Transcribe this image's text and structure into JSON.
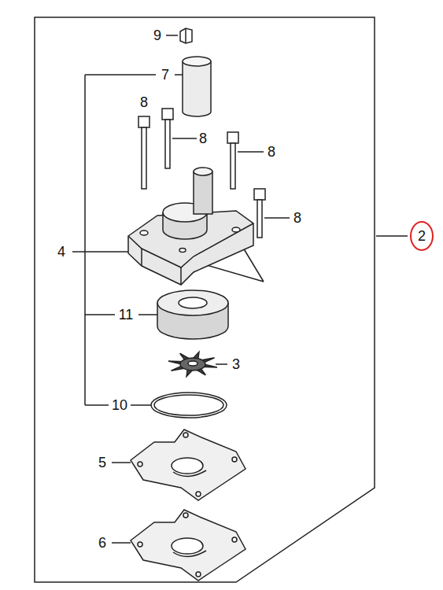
{
  "diagram": {
    "labels": [
      "9",
      "7",
      "8",
      "8",
      "8",
      "8",
      "4",
      "2",
      "11",
      "3",
      "10",
      "5",
      "6"
    ]
  }
}
